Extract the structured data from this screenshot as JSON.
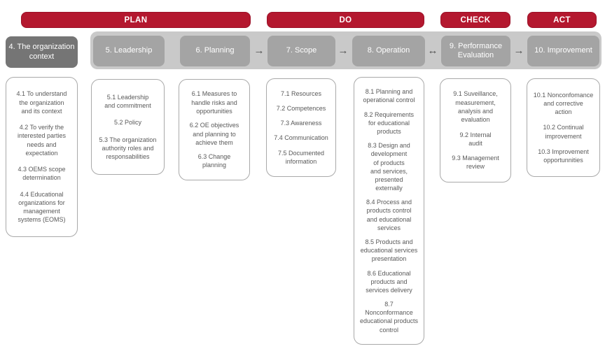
{
  "colors": {
    "accent_red": "#b4182f",
    "band_gray": "#c9c9c9",
    "stage_gray": "#a4a4a4",
    "stage_dark_gray": "#757575",
    "text_gray": "#595959",
    "box_border_gray": "#a9a9a9"
  },
  "phases": {
    "plan": "PLAN",
    "do": "DO",
    "check": "CHECK",
    "act": "ACT"
  },
  "stages": {
    "s4": "4. The organization\ncontext",
    "s5": "5. Leadership",
    "s6": "6. Planning",
    "s7": "7. Scope",
    "s8": "8. Operation",
    "s9": "9. Performance\nEvaluation",
    "s10": "10. Improvement"
  },
  "arrows": {
    "right": "→",
    "both": "↔"
  },
  "columns": {
    "c4": {
      "items": [
        "4.1 To understand\nthe organization\nand its context",
        "4.2 To verify the\ninterested parties\nneeds and\nexpectation",
        "4.3 OEMS scope\ndetermination",
        "4.4 Educational\norganizations for\nmanagement\nsystems (EOMS)"
      ]
    },
    "c5": {
      "items": [
        "5.1 Leadership\nand commitment",
        "5.2 Policy",
        "5.3 The organization\nauthority roles and\nresponsabilities"
      ]
    },
    "c6": {
      "items": [
        "6.1 Measures to\nhandle risks and\nopportunities",
        "6.2 OE objectives\nand planning to\nachieve them",
        "6.3 Change\nplanning"
      ]
    },
    "c7": {
      "items": [
        "7.1 Resources",
        "7.2 Competences",
        "7.3 Awareness",
        "7.4 Communication",
        "7.5 Documented\ninformation"
      ]
    },
    "c8": {
      "items": [
        "8.1 Planning and\noperational control",
        "8.2 Requirements\nfor educational\nproducts",
        "8.3 Design and\ndevelopment\nof products\nand services,\npresented\nexternally",
        "8.4 Process and\nproducts control\nand educational\nservices",
        "8.5 Products and\neducational services\npresentation",
        "8.6 Educational\nproducts and\nservices delivery",
        "8.7\nNonconformance\neducational products\ncontrol"
      ]
    },
    "c9": {
      "items": [
        "9.1 Suveillance,\nmeasurement,\nanalysis and\nevaluation",
        "9.2 Internal\naudit",
        "9.3 Management\nreview"
      ]
    },
    "c10": {
      "items": [
        "10.1 Nonconfomance\nand corrective\naction",
        "10.2 Continual\nimprovement",
        "10.3 Improvement\nopportunnities"
      ]
    }
  }
}
